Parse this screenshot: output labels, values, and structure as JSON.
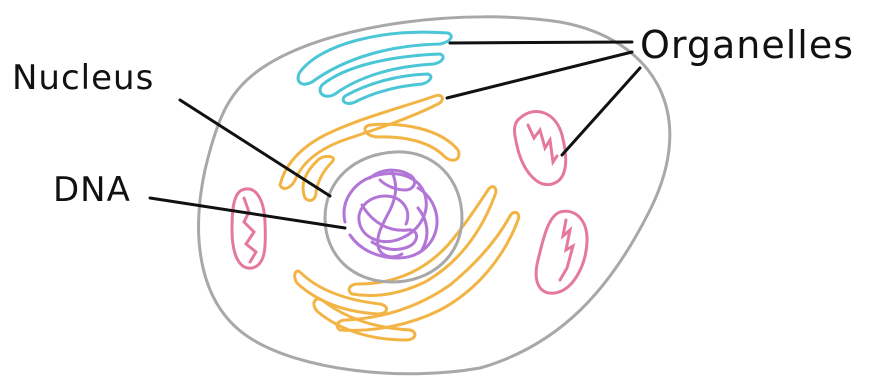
{
  "labels": {
    "organelles": "Organelles",
    "nucleus": "Nucleus",
    "dna": "DNA"
  },
  "colors": {
    "membrane": "#a8a8a8",
    "golgi": "#4bc6d6",
    "er": "#f2b545",
    "mitochondria": "#e5789f",
    "dna": "#b176d6",
    "leader_line": "#111111"
  }
}
